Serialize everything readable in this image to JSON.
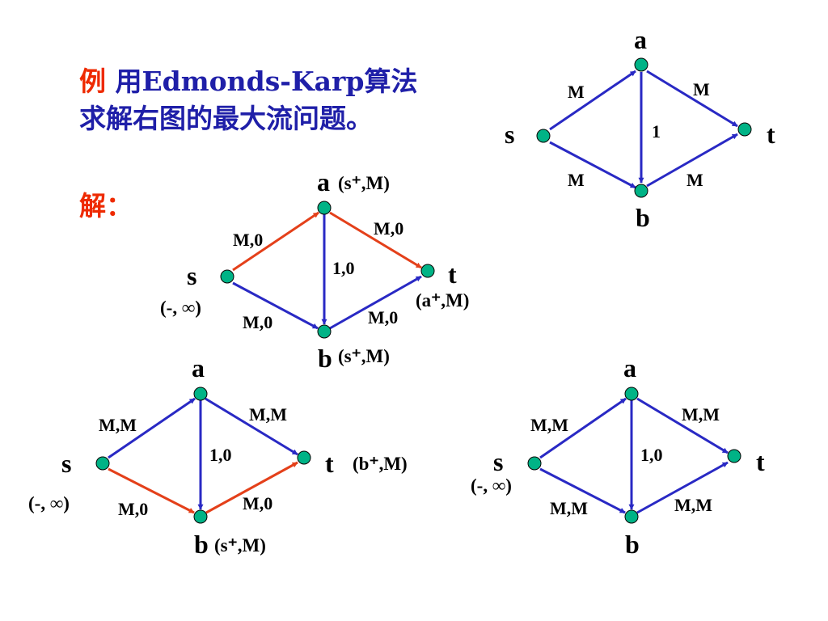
{
  "title": {
    "prefix": "例",
    "line1": " 用Edmonds-Karp算法",
    "line2": "求解右图的最大流问题。"
  },
  "solution_label": "解：",
  "colors": {
    "text": "#1f1fa8",
    "accent": "#ee2a00",
    "node": "#00b386",
    "edge": "#2929c4",
    "highlight": "#e4401a"
  },
  "graphs": {
    "original": {
      "nodes": {
        "s": "s",
        "a": "a",
        "b": "b",
        "t": "t"
      },
      "edges": {
        "sa": "M",
        "sb": "M",
        "at": "M",
        "bt": "M",
        "ab": "1"
      }
    },
    "step1": {
      "nodes": {
        "s": "s",
        "a": "a",
        "b": "b",
        "t": "t"
      },
      "labels": {
        "s": "(-, ∞)",
        "a": "(s⁺,M)",
        "b": "(s⁺,M)",
        "t": "(a⁺,M)"
      },
      "edges": {
        "sa": "M,0",
        "sb": "M,0",
        "at": "M,0",
        "bt": "M,0",
        "ab": "1,0"
      }
    },
    "step2": {
      "nodes": {
        "s": "s",
        "a": "a",
        "b": "b",
        "t": "t"
      },
      "labels": {
        "s": "(-, ∞)",
        "b": "(s⁺,M)",
        "t": "(b⁺,M)"
      },
      "edges": {
        "sa": "M,M",
        "sb": "M,0",
        "at": "M,M",
        "bt": "M,0",
        "ab": "1,0"
      }
    },
    "step3": {
      "nodes": {
        "s": "s",
        "a": "a",
        "b": "b",
        "t": "t"
      },
      "labels": {
        "s": "(-, ∞)"
      },
      "edges": {
        "sa": "M,M",
        "sb": "M,M",
        "at": "M,M",
        "bt": "M,M",
        "ab": "1,0"
      }
    }
  }
}
